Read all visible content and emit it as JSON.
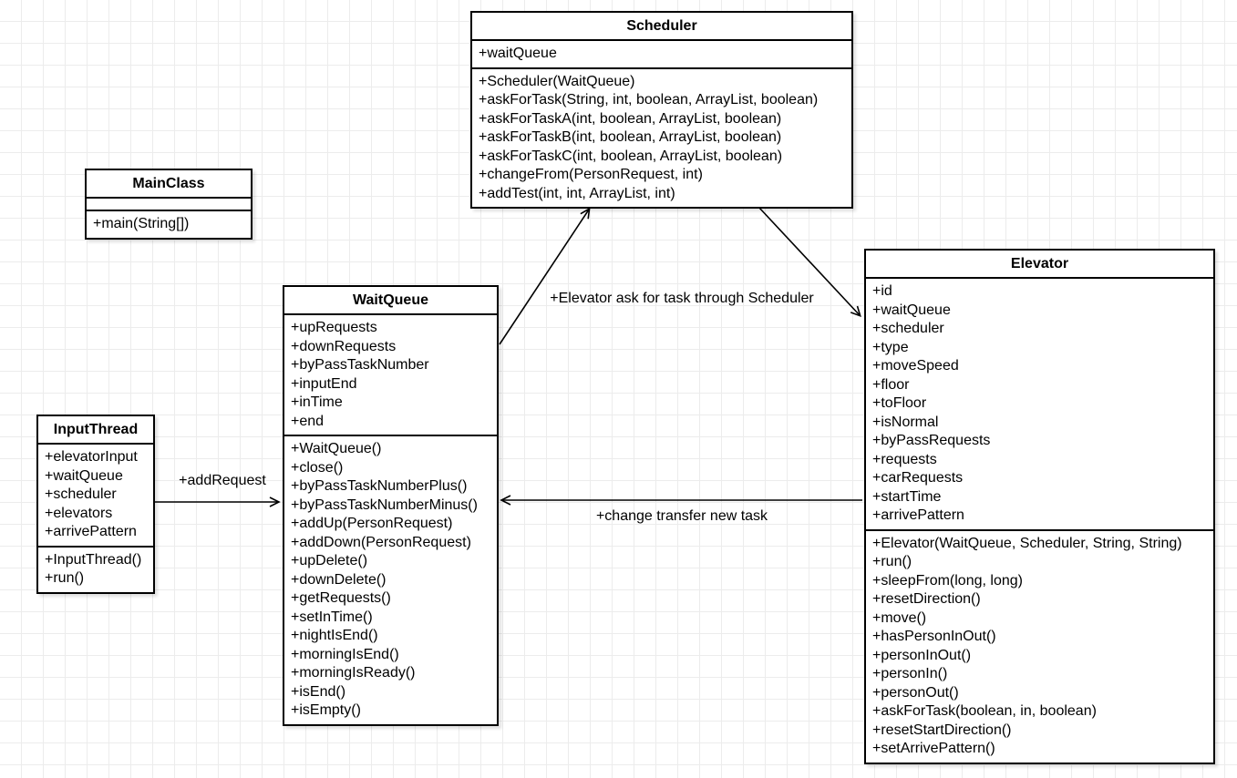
{
  "classes": {
    "main_class": {
      "name": "MainClass",
      "attributes": [],
      "methods": [
        "+main(String[])"
      ]
    },
    "scheduler": {
      "name": "Scheduler",
      "attributes": [
        "+waitQueue"
      ],
      "methods": [
        "+Scheduler(WaitQueue)",
        "+askForTask(String, int, boolean, ArrayList, boolean)",
        "+askForTaskA(int, boolean, ArrayList, boolean)",
        "+askForTaskB(int, boolean, ArrayList, boolean)",
        "+askForTaskC(int, boolean, ArrayList, boolean)",
        "+changeFrom(PersonRequest, int)",
        "+addTest(int, int, ArrayList, int)"
      ]
    },
    "wait_queue": {
      "name": "WaitQueue",
      "attributes": [
        "+upRequests",
        "+downRequests",
        "+byPassTaskNumber",
        "+inputEnd",
        "+inTime",
        "+end"
      ],
      "methods": [
        "+WaitQueue()",
        "+close()",
        "+byPassTaskNumberPlus()",
        "+byPassTaskNumberMinus()",
        "+addUp(PersonRequest)",
        "+addDown(PersonRequest)",
        "+upDelete()",
        "+downDelete()",
        "+getRequests()",
        "+setInTime()",
        "+nightIsEnd()",
        "+morningIsEnd()",
        "+morningIsReady()",
        "+isEnd()",
        "+isEmpty()"
      ]
    },
    "input_thread": {
      "name": "InputThread",
      "attributes": [
        "+elevatorInput",
        "+waitQueue",
        "+scheduler",
        "+elevators",
        "+arrivePattern"
      ],
      "methods": [
        "+InputThread()",
        "+run()"
      ]
    },
    "elevator": {
      "name": "Elevator",
      "attributes": [
        "+id",
        "+waitQueue",
        "+scheduler",
        "+type",
        "+moveSpeed",
        "+floor",
        "+toFloor",
        "+isNormal",
        "+byPassRequests",
        "+requests",
        "+carRequests",
        "+startTime",
        "+arrivePattern"
      ],
      "methods": [
        "+Elevator(WaitQueue, Scheduler, String, String)",
        "+run()",
        "+sleepFrom(long, long)",
        "+resetDirection()",
        "+move()",
        "+hasPersonInOut()",
        "+personInOut()",
        "+personIn()",
        "+personOut()",
        "+askForTask(boolean, in, boolean)",
        "+resetStartDirection()",
        "+setArrivePattern()"
      ]
    }
  },
  "edges": {
    "add_request": {
      "label": "+addRequest"
    },
    "ask_for_task": {
      "label": "+Elevator ask for task through Scheduler"
    },
    "change_transfer": {
      "label": "+change transfer new task"
    }
  },
  "colors": {
    "stroke": "#000000",
    "grid": "#ececec",
    "background": "#ffffff"
  }
}
